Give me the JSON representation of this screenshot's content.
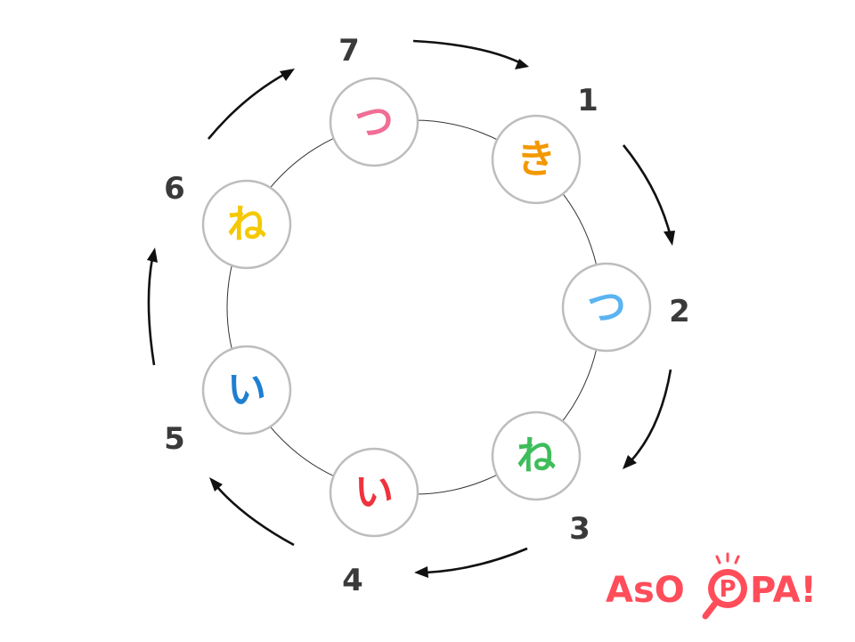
{
  "diagram": {
    "nodes": [
      {
        "step": "1",
        "char": "き",
        "color": "#f39800"
      },
      {
        "step": "2",
        "char": "つ",
        "color": "#5ab4f0"
      },
      {
        "step": "3",
        "char": "ね",
        "color": "#3ebd5a"
      },
      {
        "step": "4",
        "char": "い",
        "color": "#f0323c"
      },
      {
        "step": "5",
        "char": "い",
        "color": "#1e7fd0"
      },
      {
        "step": "6",
        "char": "ね",
        "color": "#f5c800"
      },
      {
        "step": "7",
        "char": "つ",
        "color": "#f06e96"
      }
    ],
    "flow_direction": "clockwise",
    "ring_color": "#333333",
    "node_border_color": "#bdbdbd",
    "arrow_color": "#111111",
    "number_color": "#3a3a3a"
  },
  "logo": {
    "text_a": "AsO",
    "text_p": "P",
    "text_b": "PA!",
    "color": "#ff4d5a"
  }
}
